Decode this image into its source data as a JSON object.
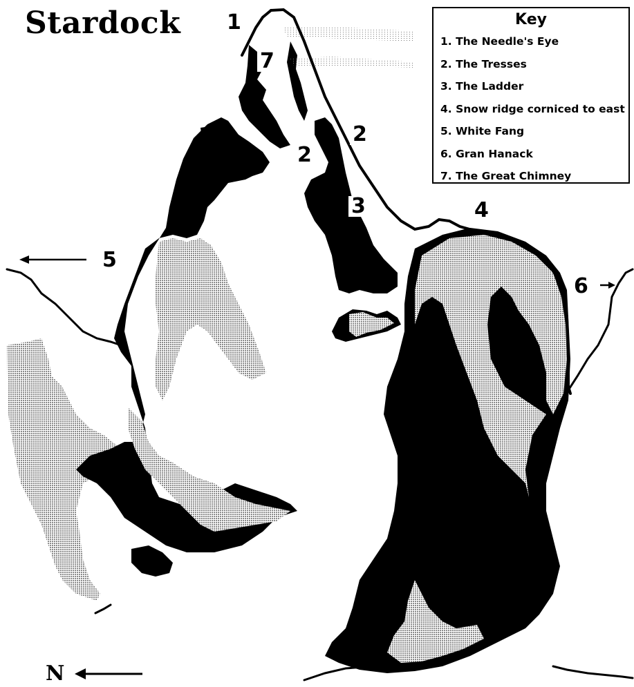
{
  "title": "Stardock",
  "key": {
    "heading": "Key",
    "items": [
      "1. The Needle's Eye",
      "2. The Tresses",
      "3. The Ladder",
      "4. Snow ridge corniced to east",
      "5. White Fang",
      "6. Gran Hanack",
      "7. The Great Chimney"
    ]
  },
  "labels": {
    "n1": "1",
    "n7": "7",
    "n2a": "2",
    "n2b": "2",
    "n3": "3",
    "n4": "4",
    "n5": "5",
    "n6": "6",
    "north": "N"
  },
  "colors": {
    "rock": "#000000",
    "stipple": "#9a9a9a",
    "snow": "#ffffff"
  }
}
